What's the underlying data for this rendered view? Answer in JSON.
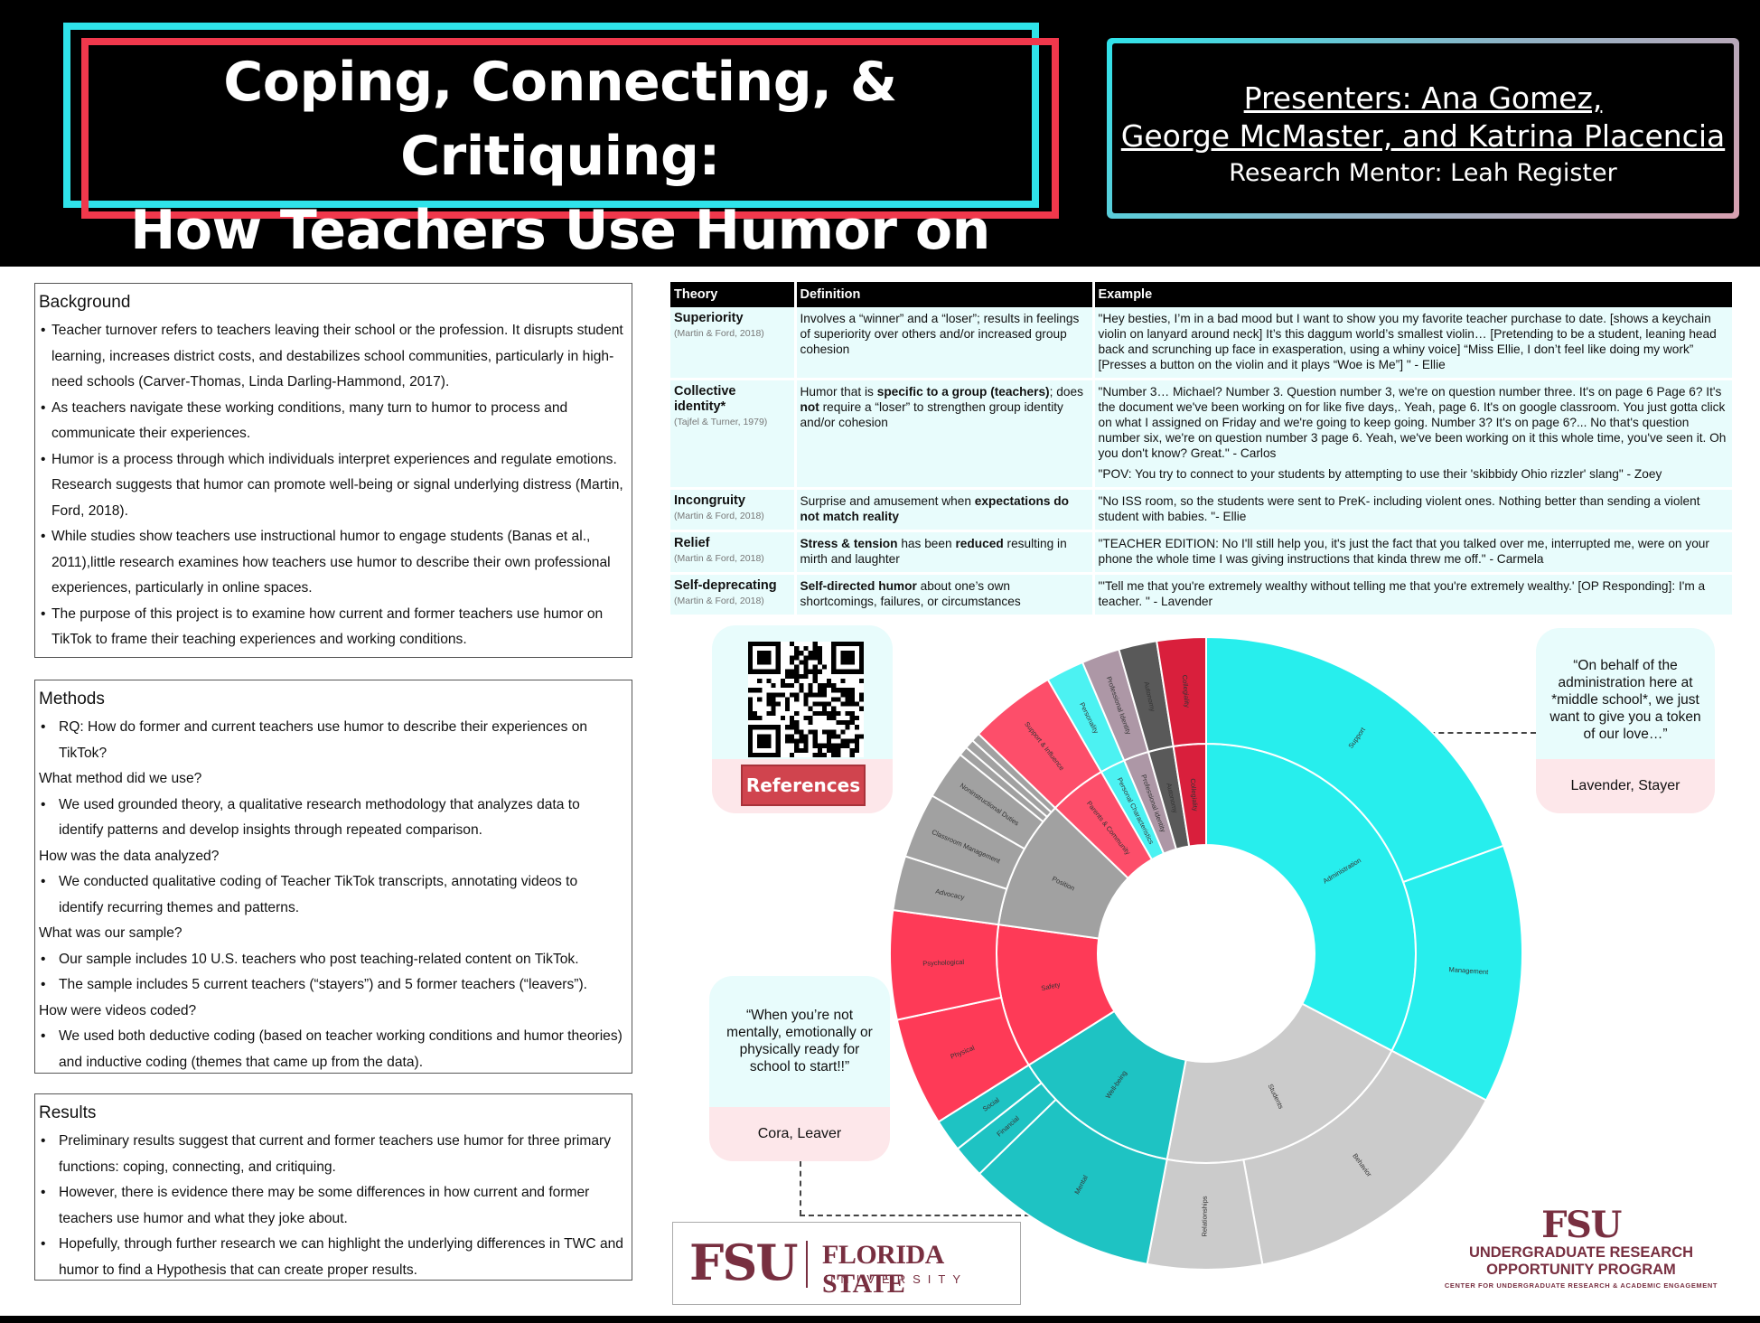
{
  "header": {
    "title_line1": "Coping, Connecting, & Critiquing:",
    "title_line2": "How Teachers Use Humor on TikTok",
    "presenters_line1": "Presenters:  Ana Gomez,",
    "presenters_line2": " George McMaster,  and Katrina Placencia",
    "mentor_line": "Research Mentor: Leah Register"
  },
  "background": {
    "heading": "Background",
    "items": [
      "Teacher turnover refers to teachers leaving their school or the profession. It disrupts student learning, increases district costs, and destabilizes school communities, particularly in high-need schools (Carver-Thomas, Linda Darling-Hammond, 2017).",
      "As teachers navigate these working conditions, many turn to humor to process and communicate their experiences.",
      "Humor is a process through which individuals interpret experiences and regulate emotions. Research suggests that humor can promote well-being or signal underlying distress (Martin, Ford, 2018).",
      "While studies show teachers use instructional humor to engage students (Banas et al., 2011),little research examines how teachers use humor to describe their own professional experiences, particularly in online spaces.",
      "The purpose of this project is to examine how current and former teachers use humor on TikTok to frame their teaching experiences and working conditions."
    ]
  },
  "methods": {
    "heading": "Methods",
    "rq": "RQ: How do former and current teachers use humor to describe their experiences on TikTok?",
    "q1": "What method did we use?",
    "a1": "We used grounded theory, a qualitative research methodology that analyzes data to identify patterns and develop insights through repeated comparison.",
    "q2": "How was the data analyzed?",
    "a2": "We conducted qualitative coding of Teacher TikTok transcripts, annotating videos to identify recurring themes and patterns.",
    "q3": "What was our sample?",
    "a3a": "Our sample includes 10 U.S. teachers who post teaching-related content on TikTok.",
    "a3b": "The sample includes 5 current teachers (“stayers”) and 5 former teachers (“leavers”).",
    "q4": "How were videos coded?",
    "a4": "We used both deductive coding (based on teacher working conditions and humor theories) and inductive coding (themes that came up  from the data)."
  },
  "results": {
    "heading": "Results",
    "items": [
      "Preliminary results suggest that current and former teachers use humor for three primary functions: coping, connecting, and critiquing.",
      "However, there is evidence there may be some differences in how current and former teachers use humor and what they joke about.",
      " Hopefully, through further research we can highlight the underlying differences in TWC and humor to find a Hypothesis that can create proper results."
    ]
  },
  "theory_table": {
    "headers": [
      "Theory",
      "Definition",
      "Example"
    ],
    "rows": [
      {
        "name": "Superiority",
        "cite": "(Martin & Ford, 2018)",
        "definition": "Involves a “winner” and a “loser”; results in feelings of superiority over others and/or increased group cohesion",
        "example": "\"Hey besties, I’m in a bad mood but I want to show you my favorite teacher purchase to date.  [shows a keychain violin on lanyard around neck] It’s this daggum world’s smallest violin… [Pretending to be a student, leaning head back and scrunching up face in exasperation, using a whiny voice] “Miss Ellie, I don’t feel like doing my work”  [Presses a button on the violin and it plays “Woe is Me”] \" - Ellie"
      },
      {
        "name": "Collective identity*",
        "cite": "(Tajfel & Turner, 1979)",
        "def_a": "Humor that is ",
        "def_b": "specific to a group (teachers)",
        "def_c": "; does ",
        "def_d": "not",
        "def_e": " require a “loser” to strengthen group identity and/or cohesion",
        "example": "\"Number 3… Michael? Number 3. Question number 3, we're on question number three. It's on page 6 Page 6? It's the document we've been working on for like five days,. Yeah, page 6. It's on google classroom.  You just gotta click on what I assigned on Friday and we're going to keep going. Number 3? It's on page 6?... No that's  question number six, we're on question number 3 page 6. Yeah, we've been working on it this whole time, you've seen it. Oh you don't know? Great.\" - Carlos",
        "example2": "\"POV: You try to connect to your students by attempting to use their 'skibbidy Ohio rizzler' slang\" - Zoey"
      },
      {
        "name": "Incongruity",
        "cite": "(Martin & Ford, 2018)",
        "def_a": "Surprise and amusement when ",
        "def_b": "expectations do not match reality",
        "example": "\"No ISS room, so the students were sent to PreK- including violent ones. Nothing better than sending a violent student with babies. \"- Ellie"
      },
      {
        "name": "Relief",
        "cite": "(Martin & Ford, 2018)",
        "def_a": "Stress & tension",
        "def_b": " has been ",
        "def_c": "reduced",
        "def_d": " resulting in mirth and laughter",
        "example": "\"TEACHER EDITION: No I'll still help you, it's just the fact that you talked over me, interrupted me, were on your phone the whole time I was giving instructions that kinda threw me off.\" - Carmela"
      },
      {
        "name": "Self-deprecating",
        "cite": "(Martin & Ford, 2018)",
        "def_a": "Self-directed humor",
        "def_b": " about one’s own shortcomings, failures, or circumstances",
        "example": "\"'Tell me that you're extremely wealthy without telling me that you're extremely wealthy.' [OP Responding]: I'm a teacher. \" - Lavender"
      }
    ]
  },
  "cards": {
    "references_label": "References",
    "quote1": "“On behalf of the administration here at *middle school*, we just want to give you a token of our love…”",
    "quote1_attr": "Lavender,  Stayer",
    "quote2": "“When you’re not mentally, emotionally or physically ready for school to start!!”",
    "quote2_attr": "Cora, Leaver"
  },
  "chart_data": {
    "type": "sunburst",
    "inner": [
      {
        "label": "Administration",
        "value": 117.5,
        "color": "#27eeed"
      },
      {
        "label": "Students",
        "value": 73,
        "color": "#cbcbcb"
      },
      {
        "label": "Well-being",
        "value": 47,
        "color": "#1ec3c3"
      },
      {
        "label": "Safety",
        "value": 40,
        "color": "#fe3a57"
      },
      {
        "label": "Position",
        "value": 36,
        "color": "#a1a1a1"
      },
      {
        "label": "Parents & Community",
        "value": 16,
        "color": "#fd4e6a"
      },
      {
        "label": "Personal Characteristics",
        "value": 7,
        "color": "#4cf2f2"
      },
      {
        "label": "Professional identity",
        "value": 7,
        "color": "#ad97a6"
      },
      {
        "label": "Autonomy",
        "value": 7,
        "color": "#595959"
      },
      {
        "label": "Collegiality",
        "value": 9,
        "color": "#d91f3c"
      }
    ],
    "outer": [
      {
        "label": "Support",
        "value": 70,
        "color": "#27eeed"
      },
      {
        "label": "Management",
        "value": 47.5,
        "color": "#27eeed"
      },
      {
        "label": "Behavior",
        "value": 52,
        "color": "#cbcbcb"
      },
      {
        "label": "Relationships",
        "value": 21,
        "color": "#cbcbcb"
      },
      {
        "label": "Mental",
        "value": 35,
        "color": "#1ec3c3"
      },
      {
        "label": "Financial",
        "value": 6,
        "color": "#1ec3c3"
      },
      {
        "label": "Social",
        "value": 6,
        "color": "#1ec3c3"
      },
      {
        "label": "Physical",
        "value": 20,
        "color": "#fe3a57"
      },
      {
        "label": "Psychological",
        "value": 20,
        "color": "#fe3a57"
      },
      {
        "label": "Advocacy",
        "value": 10,
        "color": "#a1a1a1"
      },
      {
        "label": "Classroom Management",
        "value": 12,
        "color": "#a1a1a1"
      },
      {
        "label": "Noninstructional Duties",
        "value": 9,
        "color": "#a1a1a1"
      },
      {
        "label": "",
        "value": 1.7,
        "color": "#a1a1a1"
      },
      {
        "label": "",
        "value": 1.7,
        "color": "#a1a1a1"
      },
      {
        "label": "",
        "value": 1.6,
        "color": "#a1a1a1"
      },
      {
        "label": "Support & Influence",
        "value": 16,
        "color": "#fd4e6a"
      },
      {
        "label": "Personality",
        "value": 7,
        "color": "#4cf2f2"
      },
      {
        "label": "Professional Identity",
        "value": 7,
        "color": "#ad97a6"
      },
      {
        "label": "Autonomy",
        "value": 7,
        "color": "#595959"
      },
      {
        "label": "Collegiality",
        "value": 9,
        "color": "#d91f3c"
      }
    ]
  },
  "logos": {
    "fsu_mark": "FSU",
    "fsu_name": "FLORIDA STATE",
    "fsu_university": "UNIVERSITY",
    "urop_mark": "FSU",
    "urop_line1": "UNDERGRADUATE RESEARCH",
    "urop_line2": "OPPORTUNITY PROGRAM",
    "urop_line3": "CENTER FOR UNDERGRADUATE RESEARCH & ACADEMIC ENGAGEMENT"
  }
}
